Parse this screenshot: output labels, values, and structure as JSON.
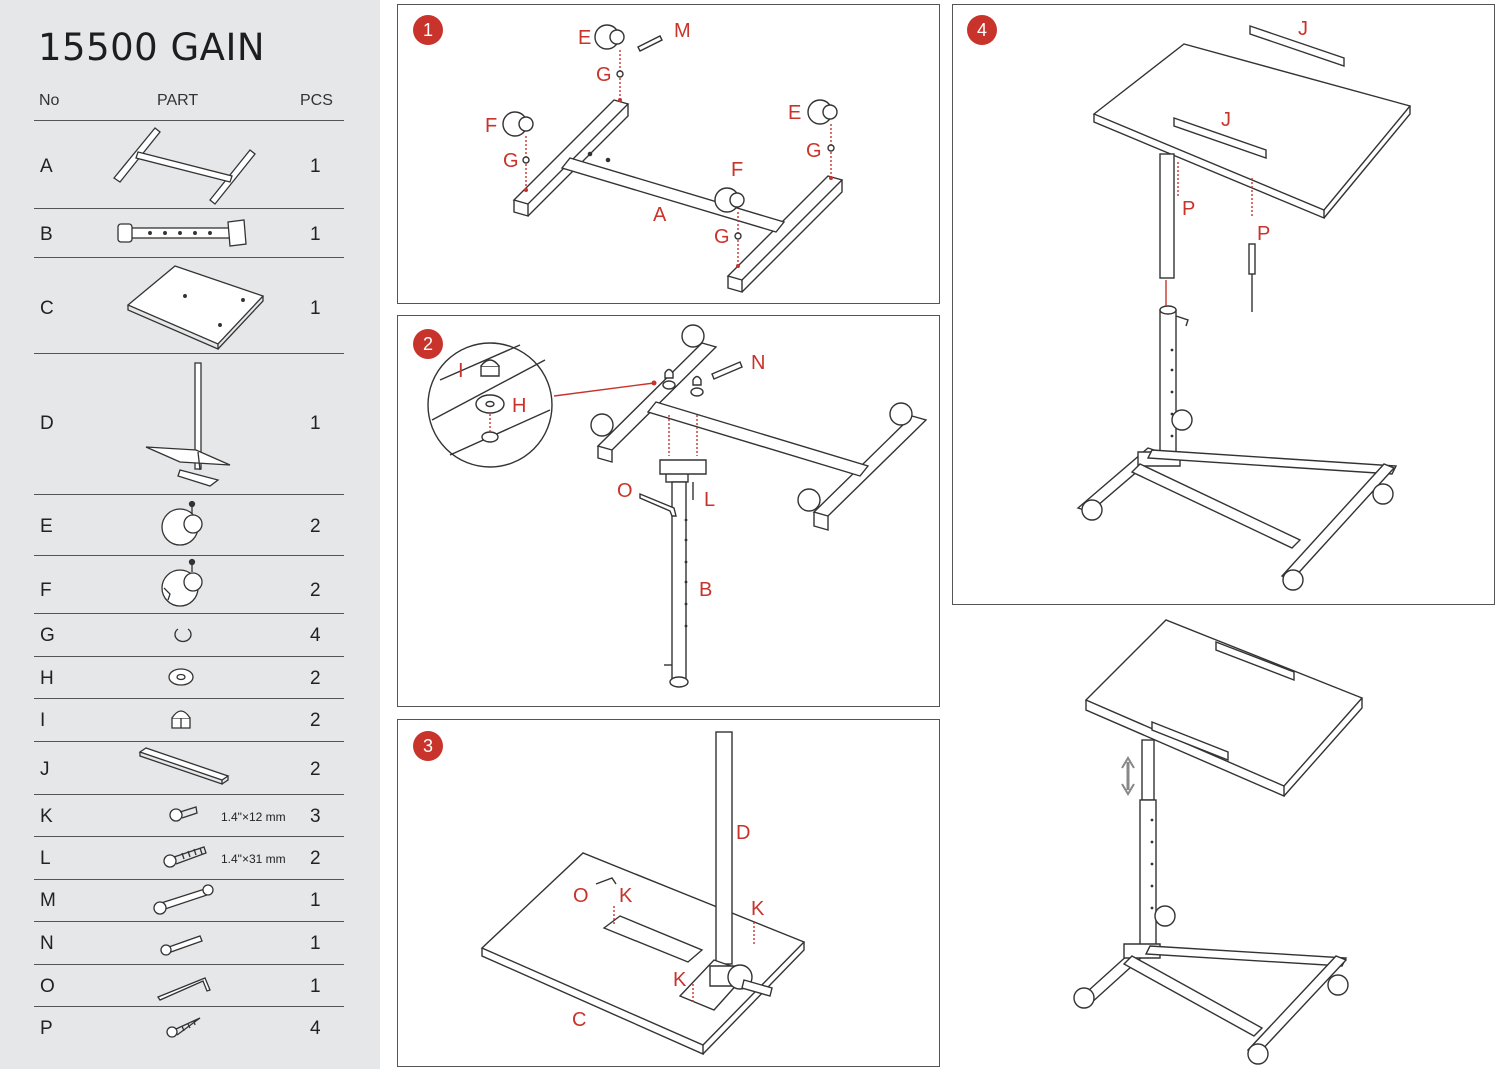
{
  "title": "15500 GAIN",
  "table_headers": {
    "no": "No",
    "part": "PART",
    "pcs": "PCS"
  },
  "parts": [
    {
      "letter": "A",
      "qty": "1"
    },
    {
      "letter": "B",
      "qty": "1"
    },
    {
      "letter": "C",
      "qty": "1"
    },
    {
      "letter": "D",
      "qty": "1"
    },
    {
      "letter": "E",
      "qty": "2"
    },
    {
      "letter": "F",
      "qty": "2"
    },
    {
      "letter": "G",
      "qty": "4"
    },
    {
      "letter": "H",
      "qty": "2"
    },
    {
      "letter": "I",
      "qty": "2"
    },
    {
      "letter": "J",
      "qty": "2"
    },
    {
      "letter": "K",
      "qty": "3",
      "size": "1.4\"×12 mm"
    },
    {
      "letter": "L",
      "qty": "2",
      "size": "1.4\"×31 mm"
    },
    {
      "letter": "M",
      "qty": "1"
    },
    {
      "letter": "N",
      "qty": "1"
    },
    {
      "letter": "O",
      "qty": "1"
    },
    {
      "letter": "P",
      "qty": "4"
    }
  ],
  "steps": [
    {
      "number": "1",
      "labels": [
        "E",
        "M",
        "G",
        "F",
        "G",
        "E",
        "G",
        "F",
        "A",
        "G"
      ]
    },
    {
      "number": "2",
      "labels": [
        "I",
        "H",
        "N",
        "O",
        "L",
        "B"
      ]
    },
    {
      "number": "3",
      "labels": [
        "D",
        "O",
        "K",
        "K",
        "K",
        "C"
      ]
    },
    {
      "number": "4",
      "labels": [
        "J",
        "J",
        "P",
        "P"
      ]
    }
  ],
  "colors": {
    "accent": "#c8332b",
    "sidebar_bg": "#e6e7e9",
    "line": "#333333"
  }
}
